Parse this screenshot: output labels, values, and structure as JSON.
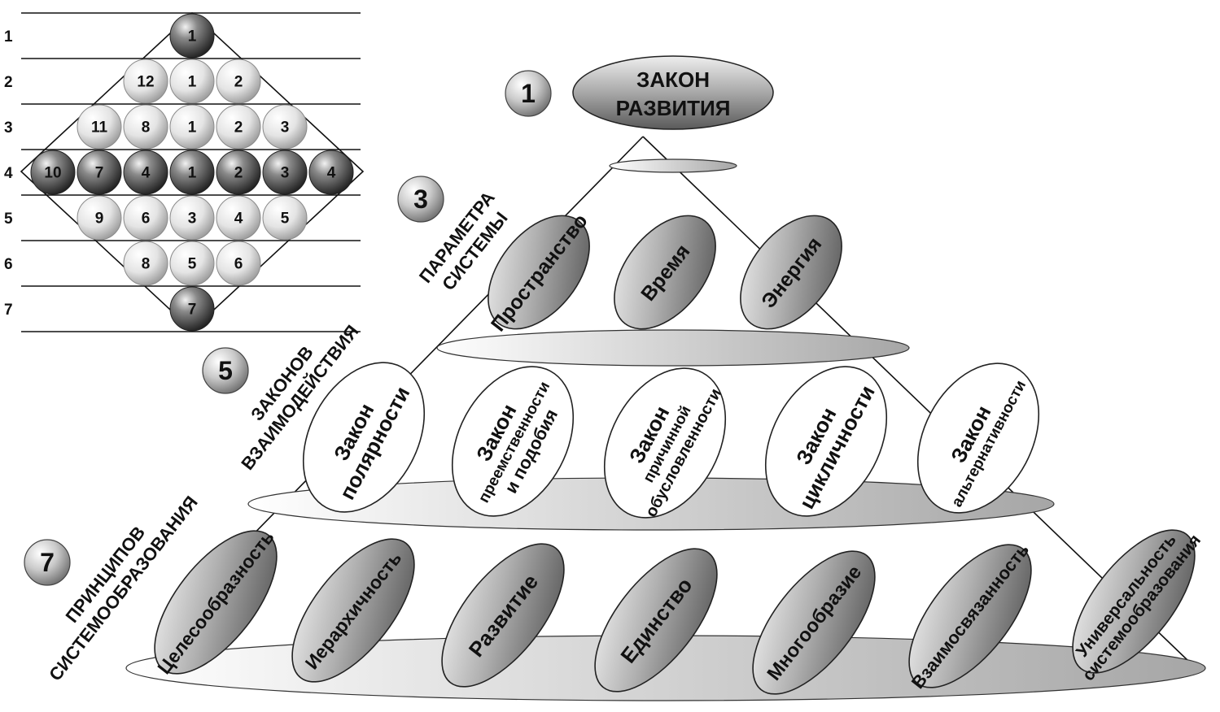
{
  "diamond": {
    "rows": [
      {
        "label": "1",
        "balls": [
          "1"
        ],
        "shade": "dark"
      },
      {
        "label": "2",
        "balls": [
          "12",
          "1",
          "2"
        ],
        "shade": "light"
      },
      {
        "label": "3",
        "balls": [
          "11",
          "8",
          "1",
          "2",
          "3"
        ],
        "shade": "light"
      },
      {
        "label": "4",
        "balls": [
          "10",
          "7",
          "4",
          "1",
          "2",
          "3",
          "4"
        ],
        "shade": "dark"
      },
      {
        "label": "5",
        "balls": [
          "9",
          "6",
          "3",
          "4",
          "5"
        ],
        "shade": "light"
      },
      {
        "label": "6",
        "balls": [
          "8",
          "5",
          "6"
        ],
        "shade": "light"
      },
      {
        "label": "7",
        "balls": [
          "7"
        ],
        "shade": "dark"
      }
    ]
  },
  "levels": [
    {
      "number": "1",
      "title_lines": [
        "ЗАКОН",
        "РАЗВИТИЯ"
      ]
    },
    {
      "number": "3",
      "caption_lines": [
        "ПАРАМЕТРА",
        "СИСТЕМЫ"
      ],
      "items": [
        {
          "lines": [
            "Пространство"
          ]
        },
        {
          "lines": [
            "Время"
          ]
        },
        {
          "lines": [
            "Энергия"
          ]
        }
      ]
    },
    {
      "number": "5",
      "caption_lines": [
        "ЗАКОНОВ",
        "ВЗАИМОДЕЙСТВИЯ"
      ],
      "items": [
        {
          "lines": [
            "Закон",
            "полярности"
          ]
        },
        {
          "lines": [
            "Закон",
            "преемственности",
            "и подобия"
          ]
        },
        {
          "lines": [
            "Закон",
            "причинной",
            "обусловленности"
          ]
        },
        {
          "lines": [
            "Закон",
            "цикличности"
          ]
        },
        {
          "lines": [
            "Закон",
            "альтернативности"
          ]
        }
      ]
    },
    {
      "number": "7",
      "caption_lines": [
        "ПРИНЦИПОВ",
        "СИСТЕМООБРАЗОВАНИЯ"
      ],
      "items": [
        {
          "lines": [
            "Целесообразность"
          ]
        },
        {
          "lines": [
            "Иерархичность"
          ]
        },
        {
          "lines": [
            "Развитие"
          ]
        },
        {
          "lines": [
            "Единство"
          ]
        },
        {
          "lines": [
            "Многообразие"
          ]
        },
        {
          "lines": [
            "Взаимосвязанность"
          ]
        },
        {
          "lines": [
            "Универсальность",
            "системообразования"
          ]
        }
      ]
    }
  ],
  "colors": {
    "dark_ball": "#4a4a4a",
    "light_ball": "#d8d8d8",
    "oval_dark": "#8c8c8c",
    "oval_light": "#ffffff",
    "disc": "#d4d4d4"
  }
}
